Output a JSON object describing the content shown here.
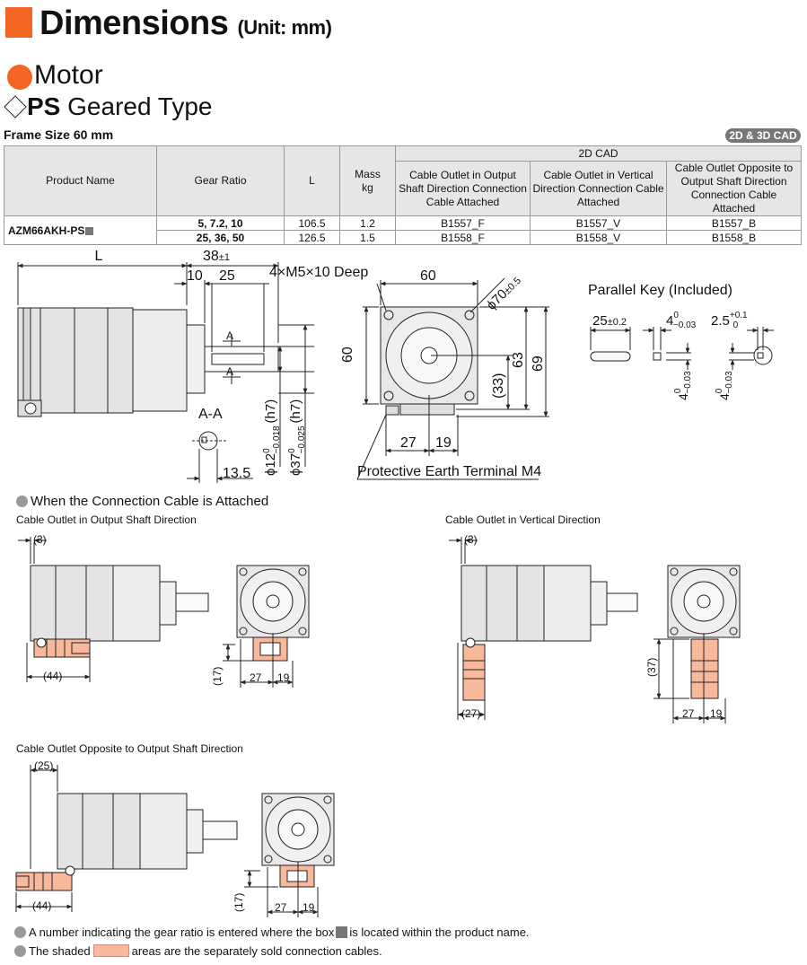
{
  "header": {
    "title": "Dimensions",
    "unit": "(Unit: mm)",
    "section": "Motor",
    "type_bold": "PS",
    "type_rest": " Geared Type",
    "frame_size": "Frame Size 60 mm",
    "cad_badge": "2D & 3D CAD"
  },
  "table": {
    "headers": {
      "product_name": "Product Name",
      "gear_ratio": "Gear Ratio",
      "length": "L",
      "mass": "Mass",
      "mass_unit": "kg",
      "cad_group": "2D CAD",
      "cad_output": "Cable Outlet in Output Shaft Direction Connection Cable Attached",
      "cad_vertical": "Cable Outlet in Vertical Direction Connection Cable Attached",
      "cad_opposite": "Cable Outlet Opposite to Output Shaft Direction Connection Cable Attached"
    },
    "product": "AZM66AKH-PS",
    "rows": [
      {
        "ratio": "5, 7.2, 10",
        "L": "106.5",
        "mass": "1.2",
        "cad_output": "B1557_F",
        "cad_vertical": "B1557_V",
        "cad_opposite": "B1557_B"
      },
      {
        "ratio": "25, 36, 50",
        "L": "126.5",
        "mass": "1.5",
        "cad_output": "B1558_F",
        "cad_vertical": "B1558_V",
        "cad_opposite": "B1558_B"
      }
    ]
  },
  "main_drawing": {
    "L": "L",
    "dim_38": "38",
    "tol_38": "±1",
    "dim_10": "10",
    "dim_25": "25",
    "A": "A",
    "AA": "A-A",
    "dim_13_5": "13.5",
    "shaft_dia": "ϕ12",
    "shaft_tol_top": "0",
    "shaft_tol_bot": "−0.018",
    "shaft_fit": "(h7)",
    "pilot_dia": "ϕ37",
    "pilot_tol_top": "0",
    "pilot_tol_bot": "−0.025",
    "pilot_fit": "(h7)",
    "holes": "4×M5×10 Deep",
    "dim_60_top": "60",
    "pcd": "ϕ70",
    "pcd_tol": "±0.5",
    "dim_60_side": "60",
    "dim_33": "(33)",
    "dim_63": "63",
    "dim_69": "69",
    "dim_27": "27",
    "dim_19": "19",
    "pe_terminal": "Protective Earth Terminal M4"
  },
  "parallel_key": {
    "title": "Parallel Key (Included)",
    "len": "25",
    "len_tol": "±0.2",
    "w": "4",
    "w_tol_top": "0",
    "w_tol_bot": "−0.03",
    "h": "2.5",
    "h_tol_top": "+0.1",
    "h_tol_bot": "0",
    "v1": "4",
    "v1_tol_top": "0",
    "v1_tol_bot": "−0.03",
    "v2": "4",
    "v2_tol_top": "0",
    "v2_tol_bot": "−0.03"
  },
  "cable": {
    "heading": "When the Connection Cable is Attached",
    "output": {
      "label": "Cable Outlet in Output Shaft Direction",
      "d3": "(3)",
      "d44": "(44)",
      "d17": "(17)",
      "d27": "27",
      "d19": "19"
    },
    "vertical": {
      "label": "Cable Outlet in Vertical Direction",
      "d3": "(3)",
      "d27p": "(27)",
      "d37": "(37)",
      "d27": "27",
      "d19": "19"
    },
    "opposite": {
      "label": "Cable Outlet Opposite to Output Shaft Direction",
      "d25": "(25)",
      "d44": "(44)",
      "d17": "(17)",
      "d27": "27",
      "d19": "19"
    }
  },
  "notes": {
    "n1_before": "A number indicating the gear ratio is entered where the box",
    "n1_after": "is located within the product name.",
    "n2_before": "The shaded",
    "n2_after": "areas are the separately sold connection cables."
  }
}
